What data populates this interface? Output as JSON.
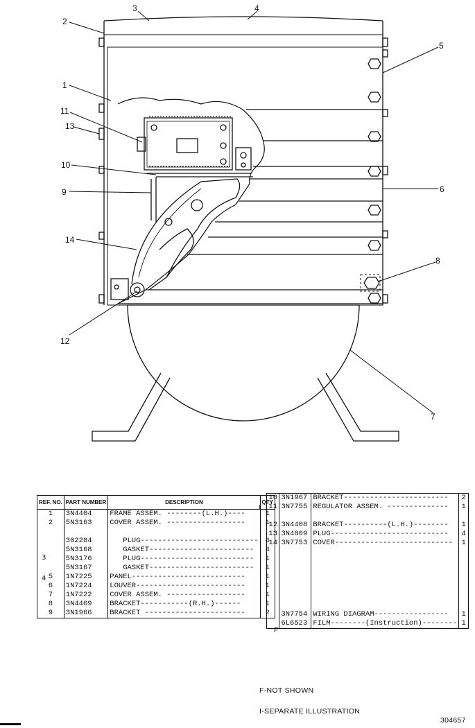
{
  "callouts": [
    "1",
    "2",
    "3",
    "4",
    "5",
    "6",
    "7",
    "8",
    "9",
    "10",
    "11",
    "12",
    "13",
    "14"
  ],
  "table_headers": {
    "ref": "REF. NO.",
    "part": "PART NUMBER",
    "desc": "DESCRIPTION",
    "qty": "QTY"
  },
  "left_rows": [
    {
      "ref": "1",
      "pn": "3N4404",
      "desc": "FRAME ASSEM. --------(L.H.)----",
      "qty": "1"
    },
    {
      "ref": "2",
      "pn": "5N3163",
      "desc": "COVER ASSEM. ------------------",
      "qty": "1"
    },
    {
      "ref": "",
      "pn": "302284",
      "desc": "   PLUG---------------------------",
      "qty": "4"
    },
    {
      "ref": "",
      "pn": "5N3168",
      "desc": "   GASKET------------------------",
      "qty": "4"
    },
    {
      "ref": "",
      "pn": "5N3176",
      "desc": "   PLUG--------------------------",
      "qty": "1"
    },
    {
      "ref": "",
      "pn": "5N3167",
      "desc": "   GASKET------------------------",
      "qty": "1"
    },
    {
      "ref": "5",
      "pn": "1N7225",
      "desc": "PANEL--------------------------",
      "qty": "1"
    },
    {
      "ref": "6",
      "pn": "1N7224",
      "desc": "LOUVER-------------------------",
      "qty": "1"
    },
    {
      "ref": "7",
      "pn": "1N7222",
      "desc": "COVER ASSEM. ------------------",
      "qty": "1"
    },
    {
      "ref": "8",
      "pn": "3N4409",
      "desc": "BRACKET-----------(R.H.)------",
      "qty": "1"
    },
    {
      "ref": "9",
      "pn": "3N1966",
      "desc": "BRACKET -----------------------",
      "qty": "2"
    }
  ],
  "left_group_refs": {
    "g3": "3",
    "g4": "4"
  },
  "right_rows": [
    {
      "ref": "10",
      "pn": "3N1967",
      "desc": "BRACKET------------------------",
      "qty": "2"
    },
    {
      "ref": "11",
      "pn": "3N7755",
      "desc": "REGULATOR ASSEM. --------------",
      "qty": "1"
    },
    {
      "ref": "12",
      "pn": "3N4408",
      "desc": "BRACKET----------(L.H.)--------",
      "qty": "1"
    },
    {
      "ref": "13",
      "pn": "3N4809",
      "desc": "PLUG---------------------------",
      "qty": "4"
    },
    {
      "ref": "14",
      "pn": "3N7753",
      "desc": "COVER---------------------------",
      "qty": "1"
    },
    {
      "ref": "",
      "pn": "3N7754",
      "desc": "WIRING DIAGRAM-----------------",
      "qty": "1"
    },
    {
      "ref": "",
      "pn": "6L6523",
      "desc": "FILM--------(Instruction)--------",
      "qty": "1"
    }
  ],
  "marks": {
    "separate": "I",
    "not_shown": "F"
  },
  "notes": {
    "f": "F-NOT SHOWN",
    "i": "I-SEPARATE ILLUSTRATION",
    "code": "304657"
  }
}
